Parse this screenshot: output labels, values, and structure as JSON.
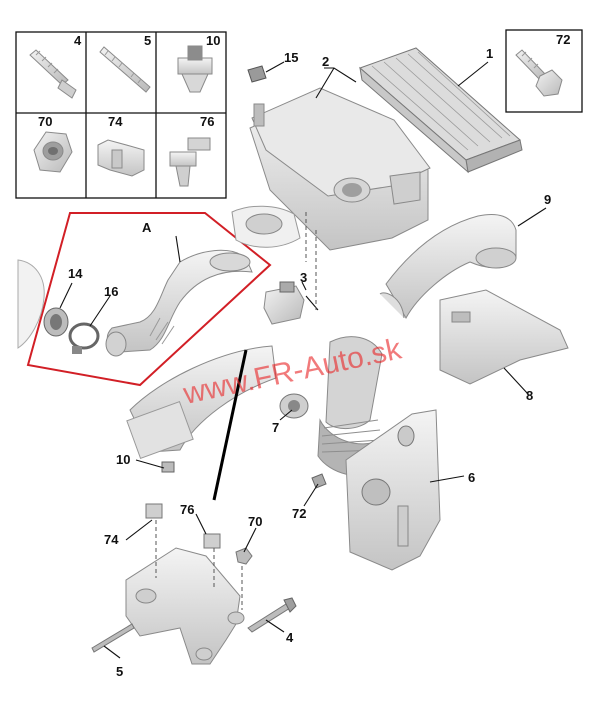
{
  "diagram": {
    "watermark": "www.FR-Auto.sk",
    "callout_box_label": "A",
    "legend_cells": [
      {
        "number": "4",
        "icon": "bolt-icon"
      },
      {
        "number": "5",
        "icon": "stud-icon"
      },
      {
        "number": "10",
        "icon": "clip-nut-icon"
      },
      {
        "number": "70",
        "icon": "hex-nut-icon"
      },
      {
        "number": "74",
        "icon": "bracket-clip-icon"
      },
      {
        "number": "76",
        "icon": "push-clip-icon"
      }
    ],
    "legend_right": {
      "number": "72",
      "icon": "flange-bolt-icon"
    },
    "part_labels": {
      "p1": "1",
      "p2": "2",
      "p3": "3",
      "p4": "4",
      "p5": "5",
      "p6": "6",
      "p7": "7",
      "p8": "8",
      "p9": "9",
      "p10": "10",
      "p14": "14",
      "p15": "15",
      "p16": "16",
      "p70": "70",
      "p72a": "72",
      "p74": "74",
      "p76": "76"
    },
    "colors": {
      "part_fill": "#e6e6e6",
      "part_shadow": "#bdbdbd",
      "highlight_box": "#d21f26",
      "watermark": "#e8292a"
    }
  }
}
